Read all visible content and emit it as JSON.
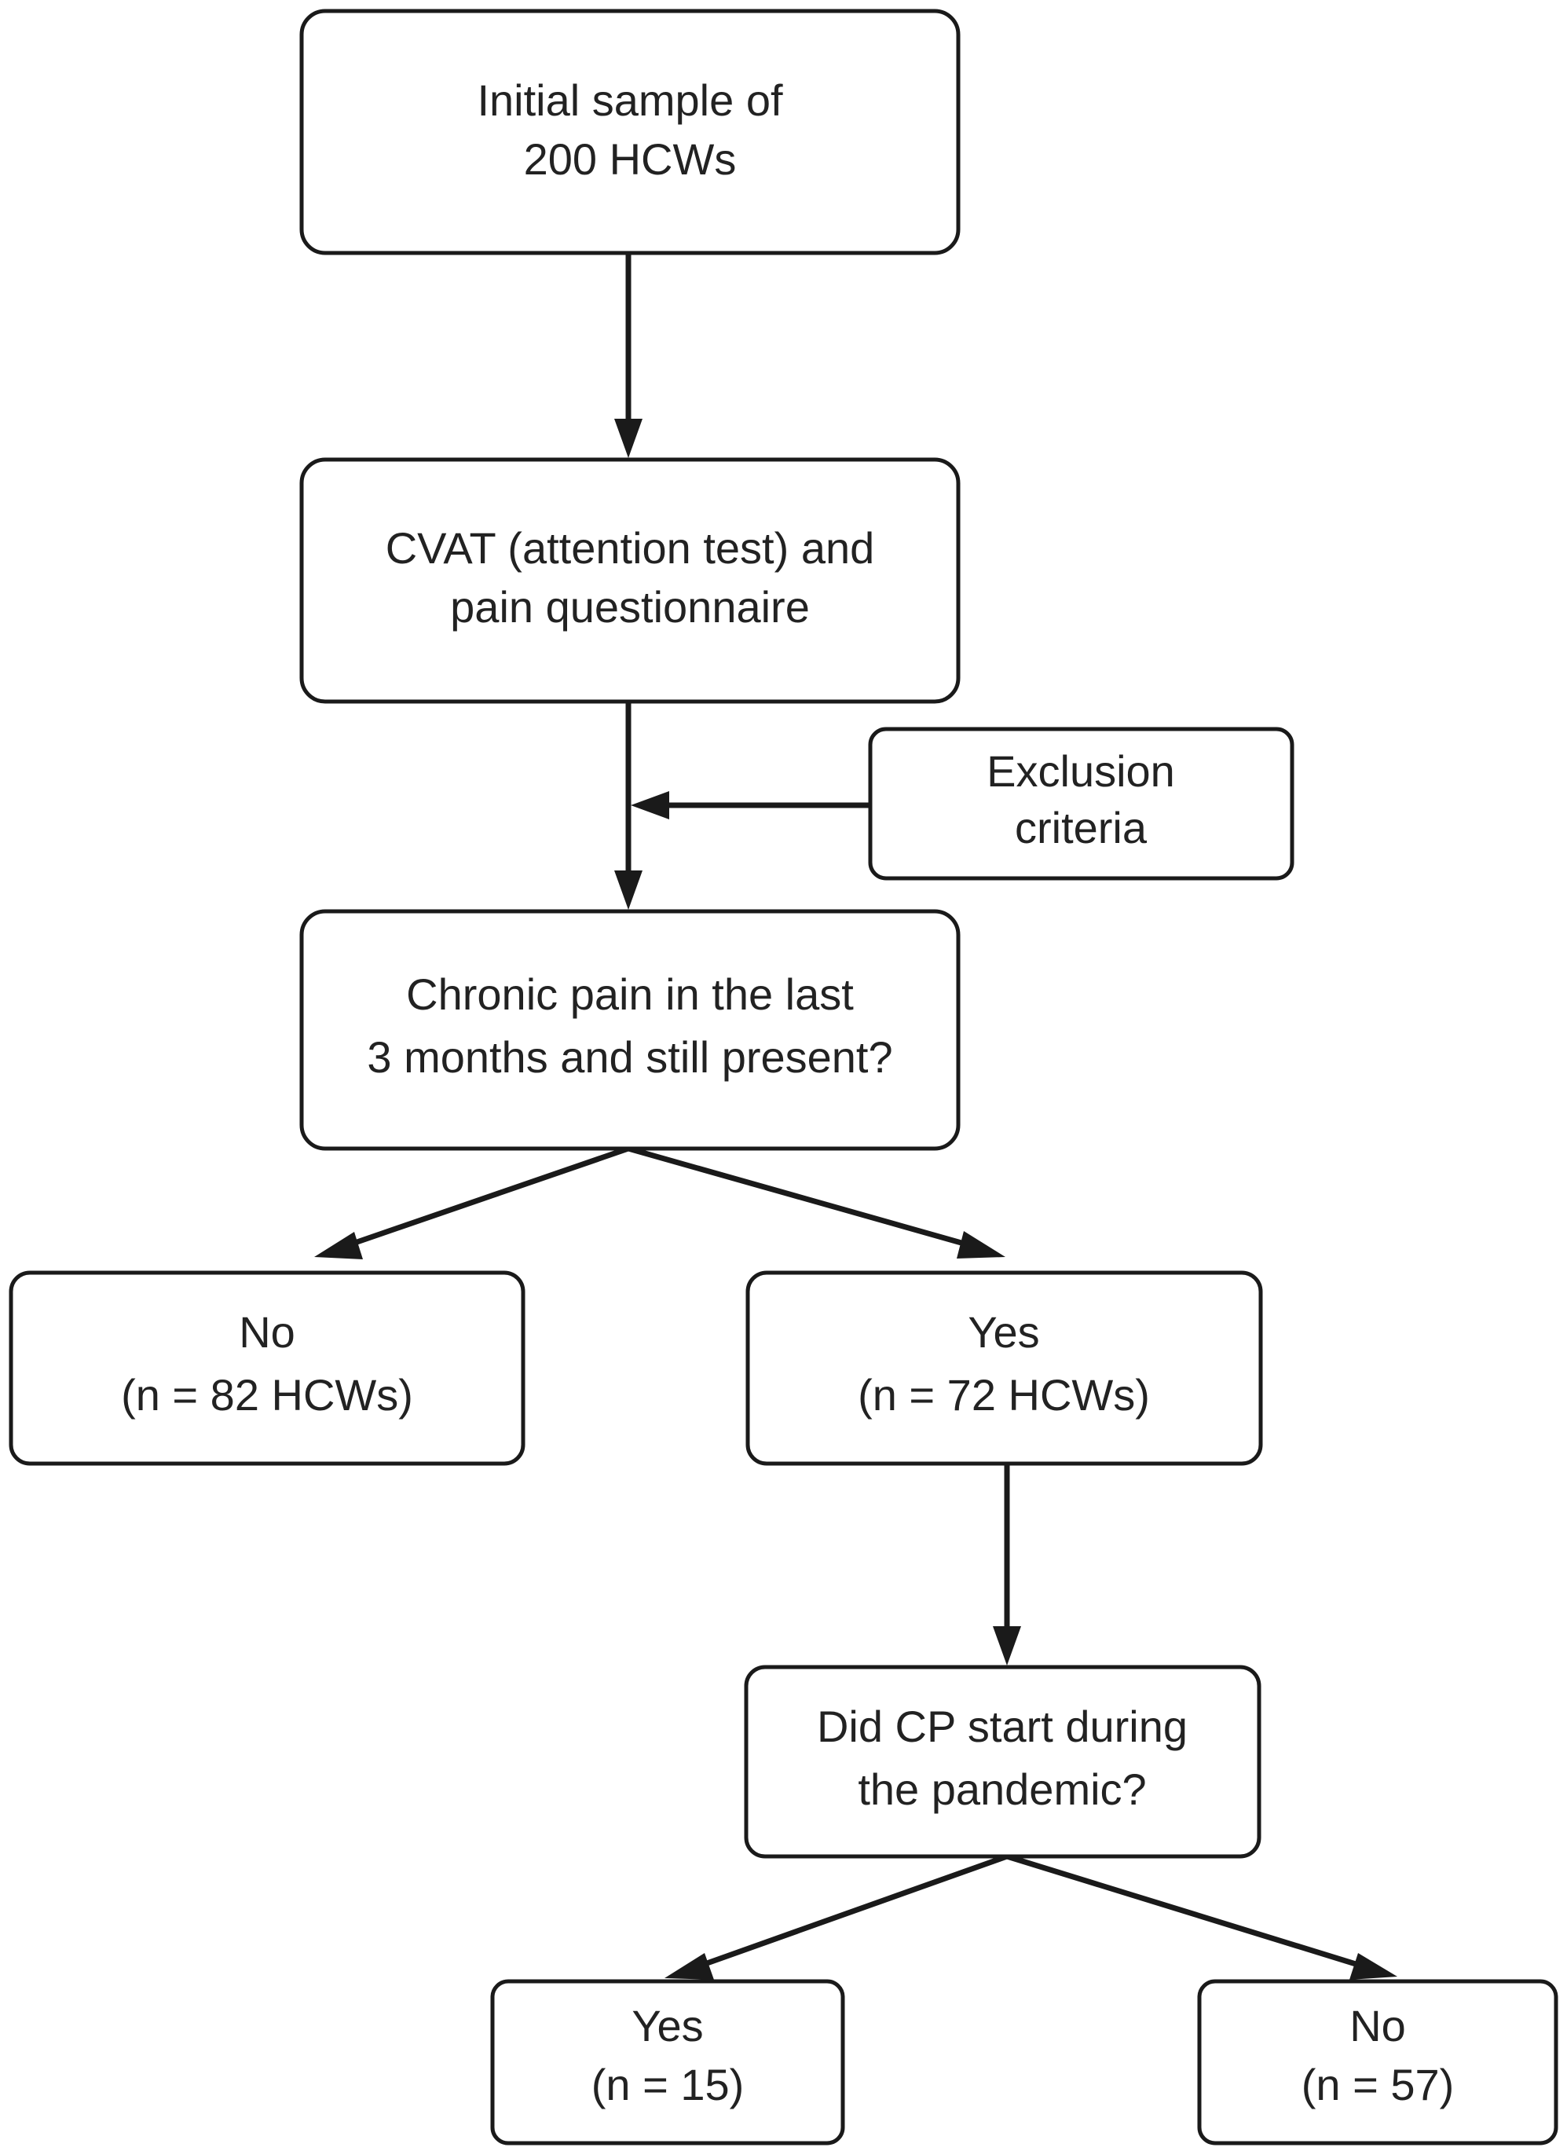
{
  "nodes": {
    "initial_sample": {
      "line1": "Initial sample of",
      "line2": "200 HCWs"
    },
    "cvat": {
      "line1": "CVAT (attention test) and",
      "line2": "pain questionnaire"
    },
    "exclusion": {
      "line1": "Exclusion",
      "line2": "criteria"
    },
    "chronic_pain": {
      "line1": "Chronic pain in the last",
      "line2": "3 months and still present?"
    },
    "no_first": {
      "line1": "No",
      "line2": "(n = 82 HCWs)"
    },
    "yes_first": {
      "line1": "Yes",
      "line2": "(n = 72 HCWs)"
    },
    "cp_pandemic": {
      "line1": "Did CP start during",
      "line2": "the pandemic?"
    },
    "yes_second": {
      "line1": "Yes",
      "line2": "(n = 15)"
    },
    "no_second": {
      "line1": "No",
      "line2": "(n = 57)"
    }
  },
  "edges": [
    {
      "from": "initial_sample",
      "to": "cvat"
    },
    {
      "from": "cvat",
      "to": "chronic_pain"
    },
    {
      "from": "exclusion",
      "to": "cvat-to-chronic_pain"
    },
    {
      "from": "chronic_pain",
      "to": "no_first"
    },
    {
      "from": "chronic_pain",
      "to": "yes_first"
    },
    {
      "from": "yes_first",
      "to": "cp_pandemic"
    },
    {
      "from": "cp_pandemic",
      "to": "yes_second"
    },
    {
      "from": "cp_pandemic",
      "to": "no_second"
    }
  ],
  "colors": {
    "stroke": "#1a1a1a",
    "text": "#222222",
    "background": "#ffffff"
  }
}
